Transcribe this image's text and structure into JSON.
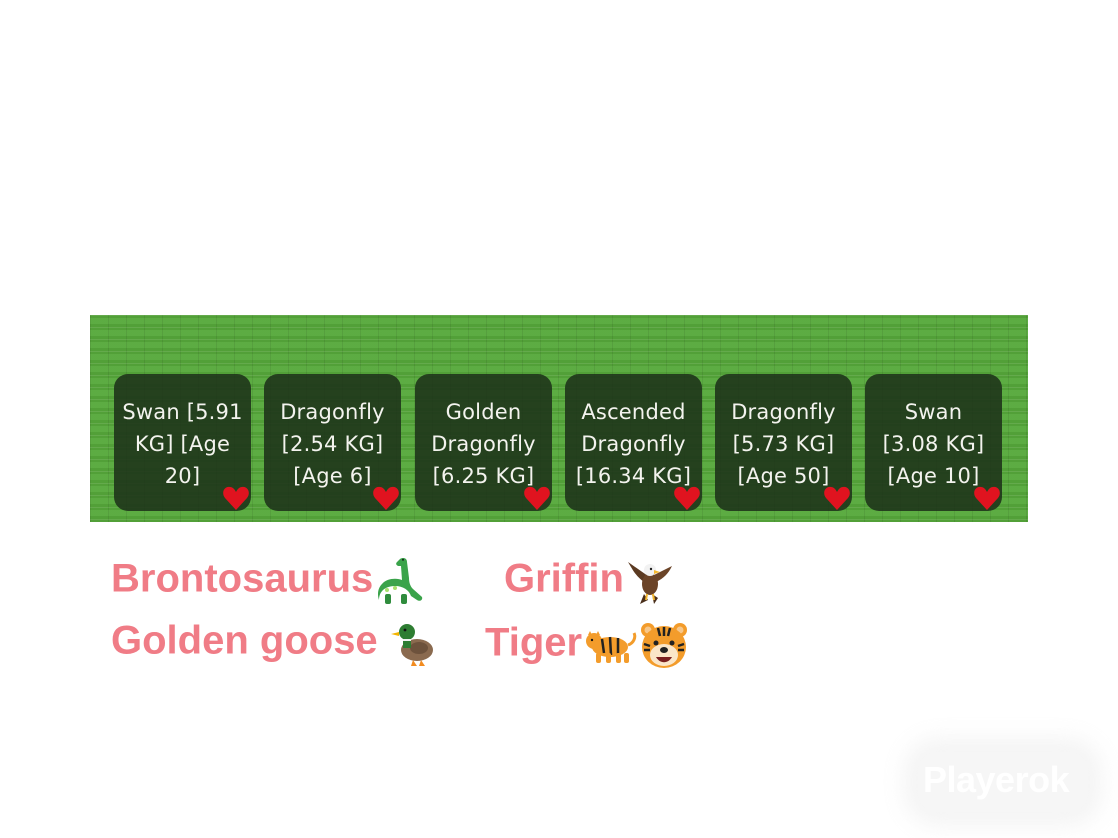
{
  "inventory": {
    "slots": [
      {
        "label": "Swan [5.91\nKG] [Age\n20]",
        "favorited": true
      },
      {
        "label": "Dragonfly\n[2.54 KG]\n[Age 6]",
        "favorited": true
      },
      {
        "label": "Golden\nDragonfly\n[6.25 KG]",
        "favorited": true
      },
      {
        "label": "Ascended\nDragonfly\n[16.34 KG]",
        "favorited": true
      },
      {
        "label": "Dragonfly\n[5.73 KG]\n[Age 50]",
        "favorited": true
      },
      {
        "label": "Swan\n[3.08 KG]\n[Age 10]",
        "favorited": true
      }
    ],
    "favorite_color": "#e0131f"
  },
  "pets_list": {
    "brontosaurus": {
      "text": "Brontosaurus",
      "icon": "sauropod-icon"
    },
    "griffin": {
      "text": "Griffin",
      "icon": "eagle-icon"
    },
    "golden_goose": {
      "text": "Golden goose",
      "icon": "duck-icon"
    },
    "tiger": {
      "text": "Tiger",
      "icons": [
        "tiger-icon",
        "tiger-face-icon"
      ]
    },
    "text_color": "#f07c86"
  },
  "watermark": {
    "text": "Playerok"
  }
}
